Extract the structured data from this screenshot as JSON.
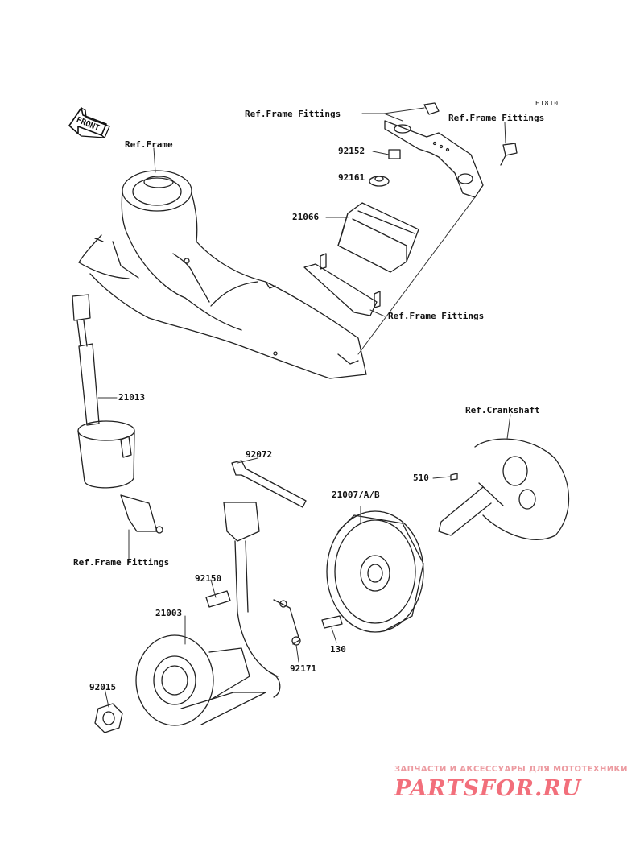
{
  "diagram_code": "E1810",
  "front_arrow": "FRONT",
  "labels": {
    "ref_frame": "Ref.Frame",
    "ref_frame_fittings_top_left": "Ref.Frame Fittings",
    "ref_frame_fittings_top_right": "Ref.Frame Fittings",
    "ref_frame_fittings_mid": "Ref.Frame Fittings",
    "ref_frame_fittings_left": "Ref.Frame Fittings",
    "ref_crankshaft": "Ref.Crankshaft"
  },
  "parts": {
    "p92152": "92152",
    "p92161": "92161",
    "p21066": "21066",
    "p21013": "21013",
    "p92072": "92072",
    "p21007": "21007/A/B",
    "p510": "510",
    "p92150": "92150",
    "p21003": "21003",
    "p130": "130",
    "p92171": "92171",
    "p92015": "92015"
  },
  "watermark": {
    "tagline": "ЗАПЧАСТИ И АКСЕССУАРЫ ДЛЯ МОТОТЕХНИКИ",
    "logo": "PARTSFOR.RU",
    "color": "#f26f7b"
  }
}
